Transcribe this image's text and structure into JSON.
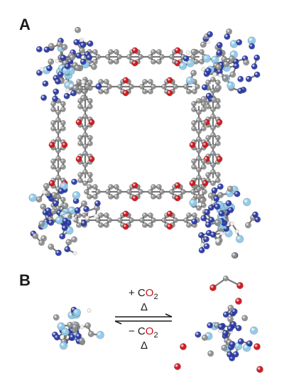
{
  "panels": {
    "a_label": "A",
    "b_label": "B"
  },
  "reaction": {
    "forward_sign": "+ C",
    "forward_o": "O",
    "forward_sub": "2",
    "forward_condition": "Δ",
    "reverse_sign": "− C",
    "reverse_o": "O",
    "reverse_sub": "2",
    "reverse_condition": "Δ"
  },
  "colors": {
    "carbon": "#8e8e8e",
    "nitrogen": "#2a3aa8",
    "oxygen": "#d0141c",
    "metal": "#8ec9ea",
    "hydrogen": "#f2f2f2",
    "bond": "#7a7a7a",
    "text": "#1a1a1a"
  }
}
